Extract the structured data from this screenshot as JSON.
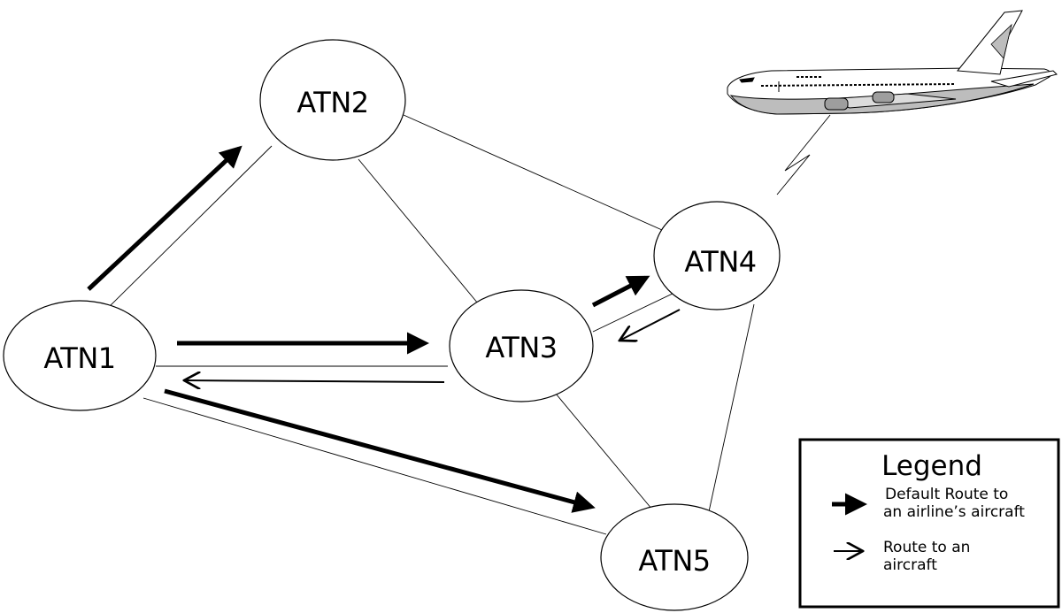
{
  "nodes": [
    {
      "id": "atn1",
      "label": "ATN1"
    },
    {
      "id": "atn2",
      "label": "ATN2"
    },
    {
      "id": "atn3",
      "label": "ATN3"
    },
    {
      "id": "atn4",
      "label": "ATN4"
    },
    {
      "id": "atn5",
      "label": "ATN5"
    }
  ],
  "links": [
    {
      "from": "ATN1",
      "to": "ATN2"
    },
    {
      "from": "ATN1",
      "to": "ATN3"
    },
    {
      "from": "ATN1",
      "to": "ATN5"
    },
    {
      "from": "ATN2",
      "to": "ATN3"
    },
    {
      "from": "ATN2",
      "to": "ATN4"
    },
    {
      "from": "ATN3",
      "to": "ATN4"
    },
    {
      "from": "ATN3",
      "to": "ATN5"
    },
    {
      "from": "ATN4",
      "to": "ATN5"
    },
    {
      "from": "ATN4",
      "to": "aircraft"
    }
  ],
  "routes": [
    {
      "kind": "default",
      "from": "ATN1",
      "to": "ATN2"
    },
    {
      "kind": "default",
      "from": "ATN1",
      "to": "ATN3"
    },
    {
      "kind": "default",
      "from": "ATN1",
      "to": "ATN5"
    },
    {
      "kind": "default",
      "from": "ATN3",
      "to": "ATN4"
    },
    {
      "kind": "route",
      "from": "ATN3",
      "to": "ATN1"
    },
    {
      "kind": "route",
      "from": "ATN4",
      "to": "ATN3"
    }
  ],
  "legend": {
    "title": "Legend",
    "default_route": {
      "line1": "Default Route to",
      "line2": "an airline’s aircraft"
    },
    "route": {
      "line1": "Route to an",
      "line2": "aircraft"
    }
  },
  "colors": {
    "ink": "#000000",
    "background": "#ffffff",
    "aircraft_belly": "#bdbdbd"
  }
}
